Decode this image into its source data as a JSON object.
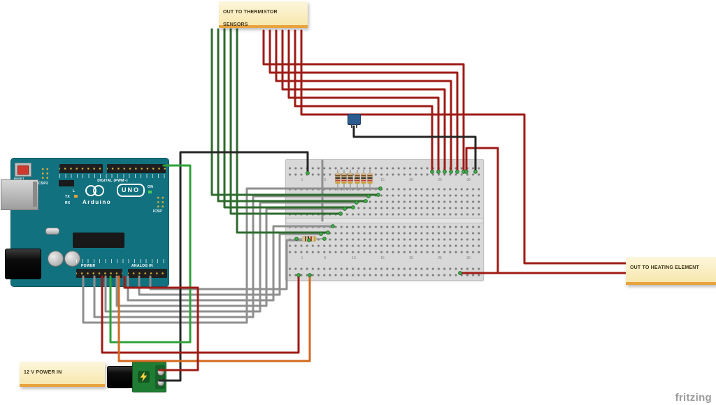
{
  "notes": {
    "thermistor": "OUT TO THERMISTOR SENSORS",
    "heating": "OUT TO HEATING ELEMENT",
    "power_in": "12 V POWER IN"
  },
  "watermark": "fritzing",
  "arduino": {
    "brand": "Arduino",
    "model": "UNO",
    "label_digital": "DIGITAL (PWM~)",
    "label_analog": "ANALOG IN",
    "label_power": "POWER",
    "label_icsp": "ICSP",
    "label_icsp2": "ICSP2",
    "label_tx": "TX",
    "label_rx": "RX",
    "label_l": "L",
    "label_on": "ON",
    "label_reset": "RESET"
  },
  "breadboard": {
    "column_numbers": [
      "1",
      "5",
      "10",
      "15",
      "20",
      "25",
      "30"
    ]
  },
  "colors": {
    "arduino_teal": "#11717f",
    "wire_red": "#9e1b16",
    "wire_dark_green": "#2e6b2e",
    "wire_green": "#2fa13a",
    "wire_gray": "#8f8f8f",
    "wire_black": "#262626",
    "wire_orange": "#d2691e",
    "note_fill": "#fdf3cf",
    "note_edge": "#e8a33d",
    "breadboard_gray": "#d8d8d8"
  }
}
